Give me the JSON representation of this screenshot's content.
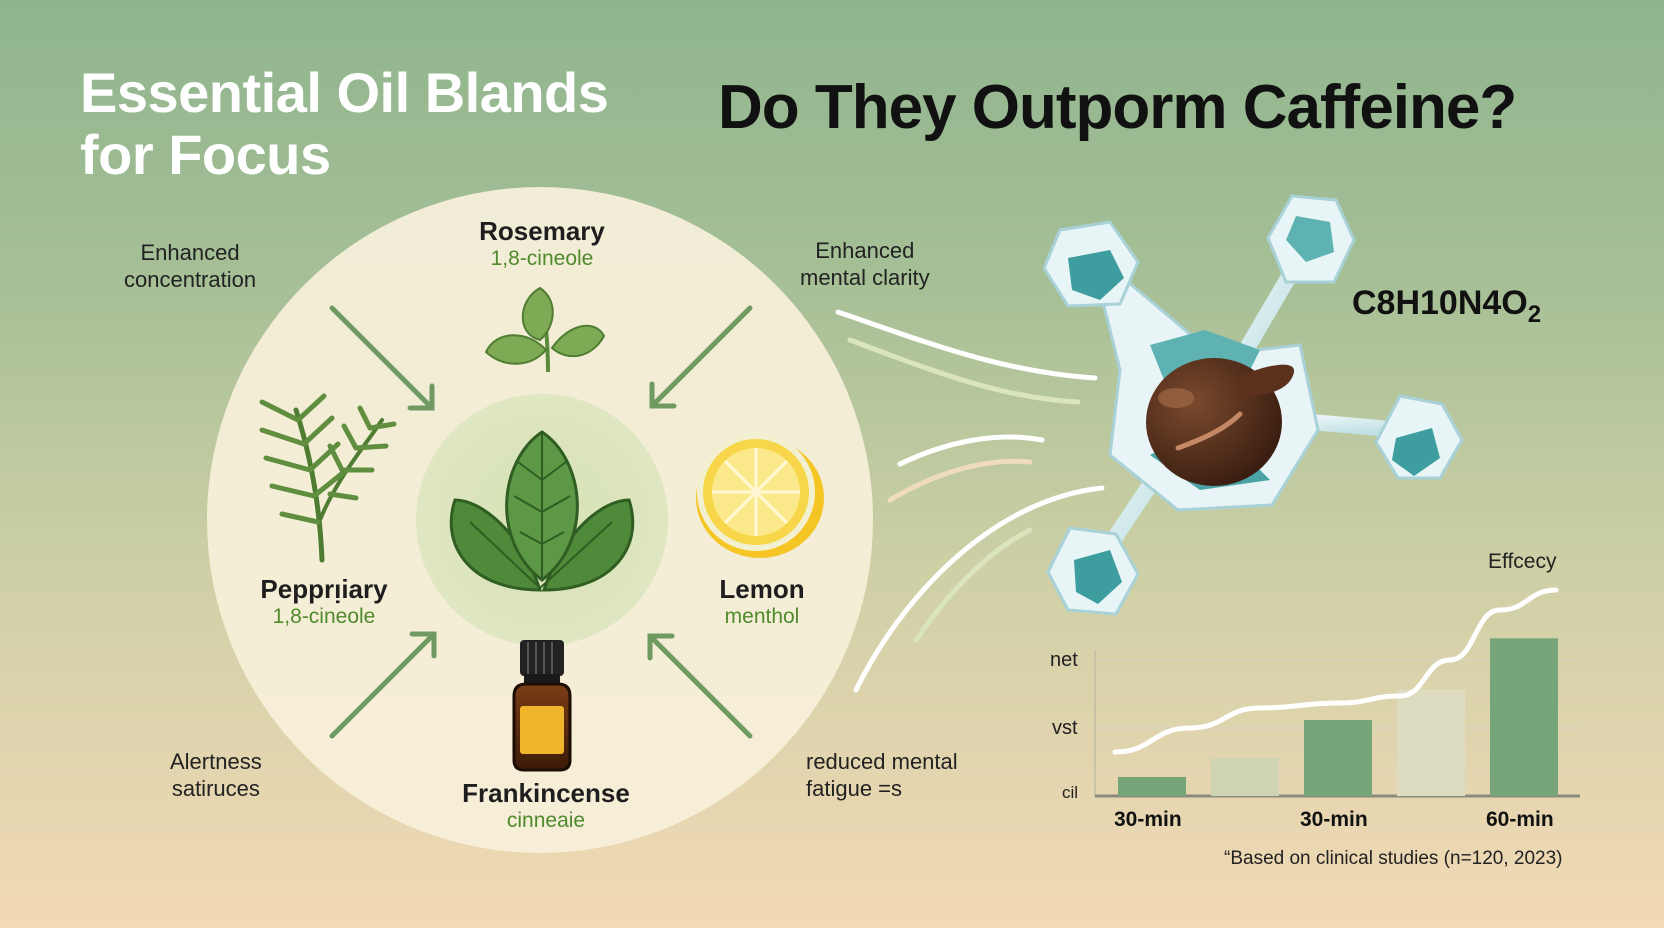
{
  "header": {
    "title_left_line1": "Essential Oil Blands",
    "title_left_line2": "for Focus",
    "title_right": "Do They Outporm Caffeine?"
  },
  "benefits": {
    "top_left": [
      "Enhanced",
      "concentration"
    ],
    "top_right": [
      "Enhanced",
      "mental clarity"
    ],
    "bottom_left": [
      "Alertness",
      "satiruces"
    ],
    "bottom_right": [
      "reduced mental",
      "fatigue =s"
    ]
  },
  "oils": {
    "rosemary": {
      "name": "Rosemary",
      "compound": "1,8-cineole"
    },
    "pepper": {
      "name": "Pepprᴉiary",
      "compound": "1,8-cineole"
    },
    "lemon": {
      "name": "Lemon",
      "compound": "menthol"
    },
    "frank": {
      "name": "Frankincense",
      "compound": "cinneaie"
    }
  },
  "molecule": {
    "formula_main": "C8H10N4O",
    "formula_sub": "2"
  },
  "chart": {
    "efficacy_label": "Effcecy",
    "footnote": "“Based on clinical studies (n=120, 2023)"
  },
  "chart_data": {
    "type": "bar",
    "ylabel_ticks": [
      "cil",
      "vst",
      "net"
    ],
    "x_tick_labels": [
      "30-min",
      "30-min",
      "60-min"
    ],
    "values": [
      0.1,
      0.2,
      0.4,
      0.56,
      0.83
    ],
    "trend_label": "Effcecy",
    "colors": [
      "#76a57a",
      "#cfd4b2",
      "#76a57a",
      "#dedcc0",
      "#76a57a"
    ]
  }
}
